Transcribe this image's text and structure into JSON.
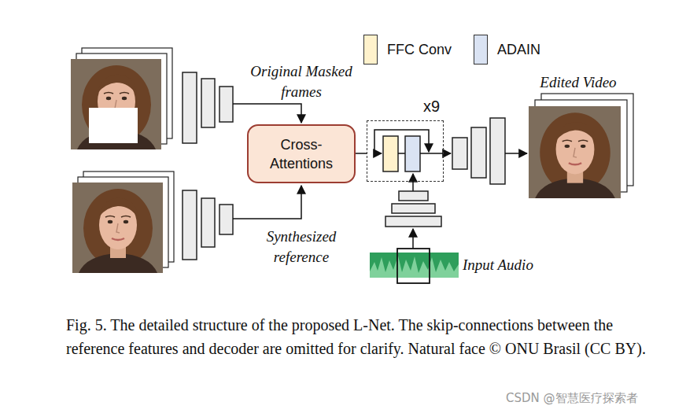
{
  "diagram": {
    "caption": "Fig. 5. The detailed structure of the proposed L-Net. The skip-connections between the reference features and decoder are omitted for clarify. Natural face © ONU Brasil (CC BY).",
    "nodes": [
      {
        "text": [
          "Cross- Attentions"
        ]
      },
      {
        "text": [
          "x9"
        ]
      }
    ],
    "edges": [
      {
        "from": 0,
        "to": 1,
        "arrow": "none"
      }
    ],
    "labels": [
      "Original Masked frames",
      "Synthesized reference",
      "Edited Video",
      "Input Audio",
      "CSDN @智慧医疗探索者"
    ],
    "legend": [
      {
        "text": "FFC Conv",
        "color": "#fff2cc"
      },
      {
        "text": "ADAIN",
        "color": "#dae3f3"
      }
    ]
  }
}
